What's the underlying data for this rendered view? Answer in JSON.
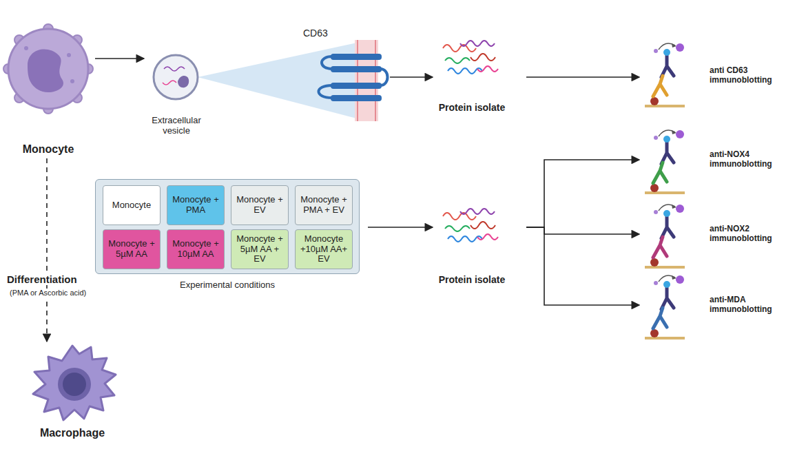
{
  "diagram": {
    "nodes": [
      {
        "text": [
          "Monocyte"
        ]
      },
      {
        "text": [
          "Extracellular vesicle"
        ]
      },
      {
        "text": [
          "CD63"
        ]
      },
      {
        "text": [
          "Protein isolate"
        ]
      },
      {
        "text": [
          "anti CD63 immunoblotting"
        ]
      },
      {
        "text": [
          "Experimental conditions"
        ]
      },
      {
        "text": [
          "Monocyte"
        ],
        "in": 5
      },
      {
        "text": [
          "Monocyte + PMA"
        ],
        "in": 5
      },
      {
        "text": [
          "Monocyte + EV"
        ],
        "in": 5
      },
      {
        "text": [
          "Monocyte + PMA + EV"
        ],
        "in": 5
      },
      {
        "text": [
          "Monocyte + 5µM AA"
        ],
        "in": 5
      },
      {
        "text": [
          "Monocyte + 10µM AA"
        ],
        "in": 5
      },
      {
        "text": [
          "Monocyte + 5µM AA + EV"
        ],
        "in": 5
      },
      {
        "text": [
          "Monocyte +10µM AA+ EV"
        ],
        "in": 5
      },
      {
        "text": [
          "Protein isolate"
        ]
      },
      {
        "text": [
          "anti-NOX4 immunoblotting"
        ]
      },
      {
        "text": [
          "anti-NOX2 immunoblotting"
        ]
      },
      {
        "text": [
          "anti-MDA immunoblotting"
        ]
      },
      {
        "text": [
          "Macrophage"
        ]
      }
    ],
    "edges": [
      {
        "from": 0,
        "to": 1,
        "arrow": "to"
      },
      {
        "from": 2,
        "to": 3,
        "arrow": "to"
      },
      {
        "from": 3,
        "to": 4,
        "arrow": "to"
      },
      {
        "from": 5,
        "to": 14,
        "arrow": "to"
      },
      {
        "from": 14,
        "to": 15,
        "arrow": "to"
      },
      {
        "from": 14,
        "to": 16,
        "arrow": "to"
      },
      {
        "from": 14,
        "to": 17,
        "arrow": "to"
      },
      {
        "from": 0,
        "to": 18,
        "arrow": "to"
      }
    ],
    "labels": [
      "Differentiation",
      "(PMA or Ascorbic acid)"
    ]
  }
}
